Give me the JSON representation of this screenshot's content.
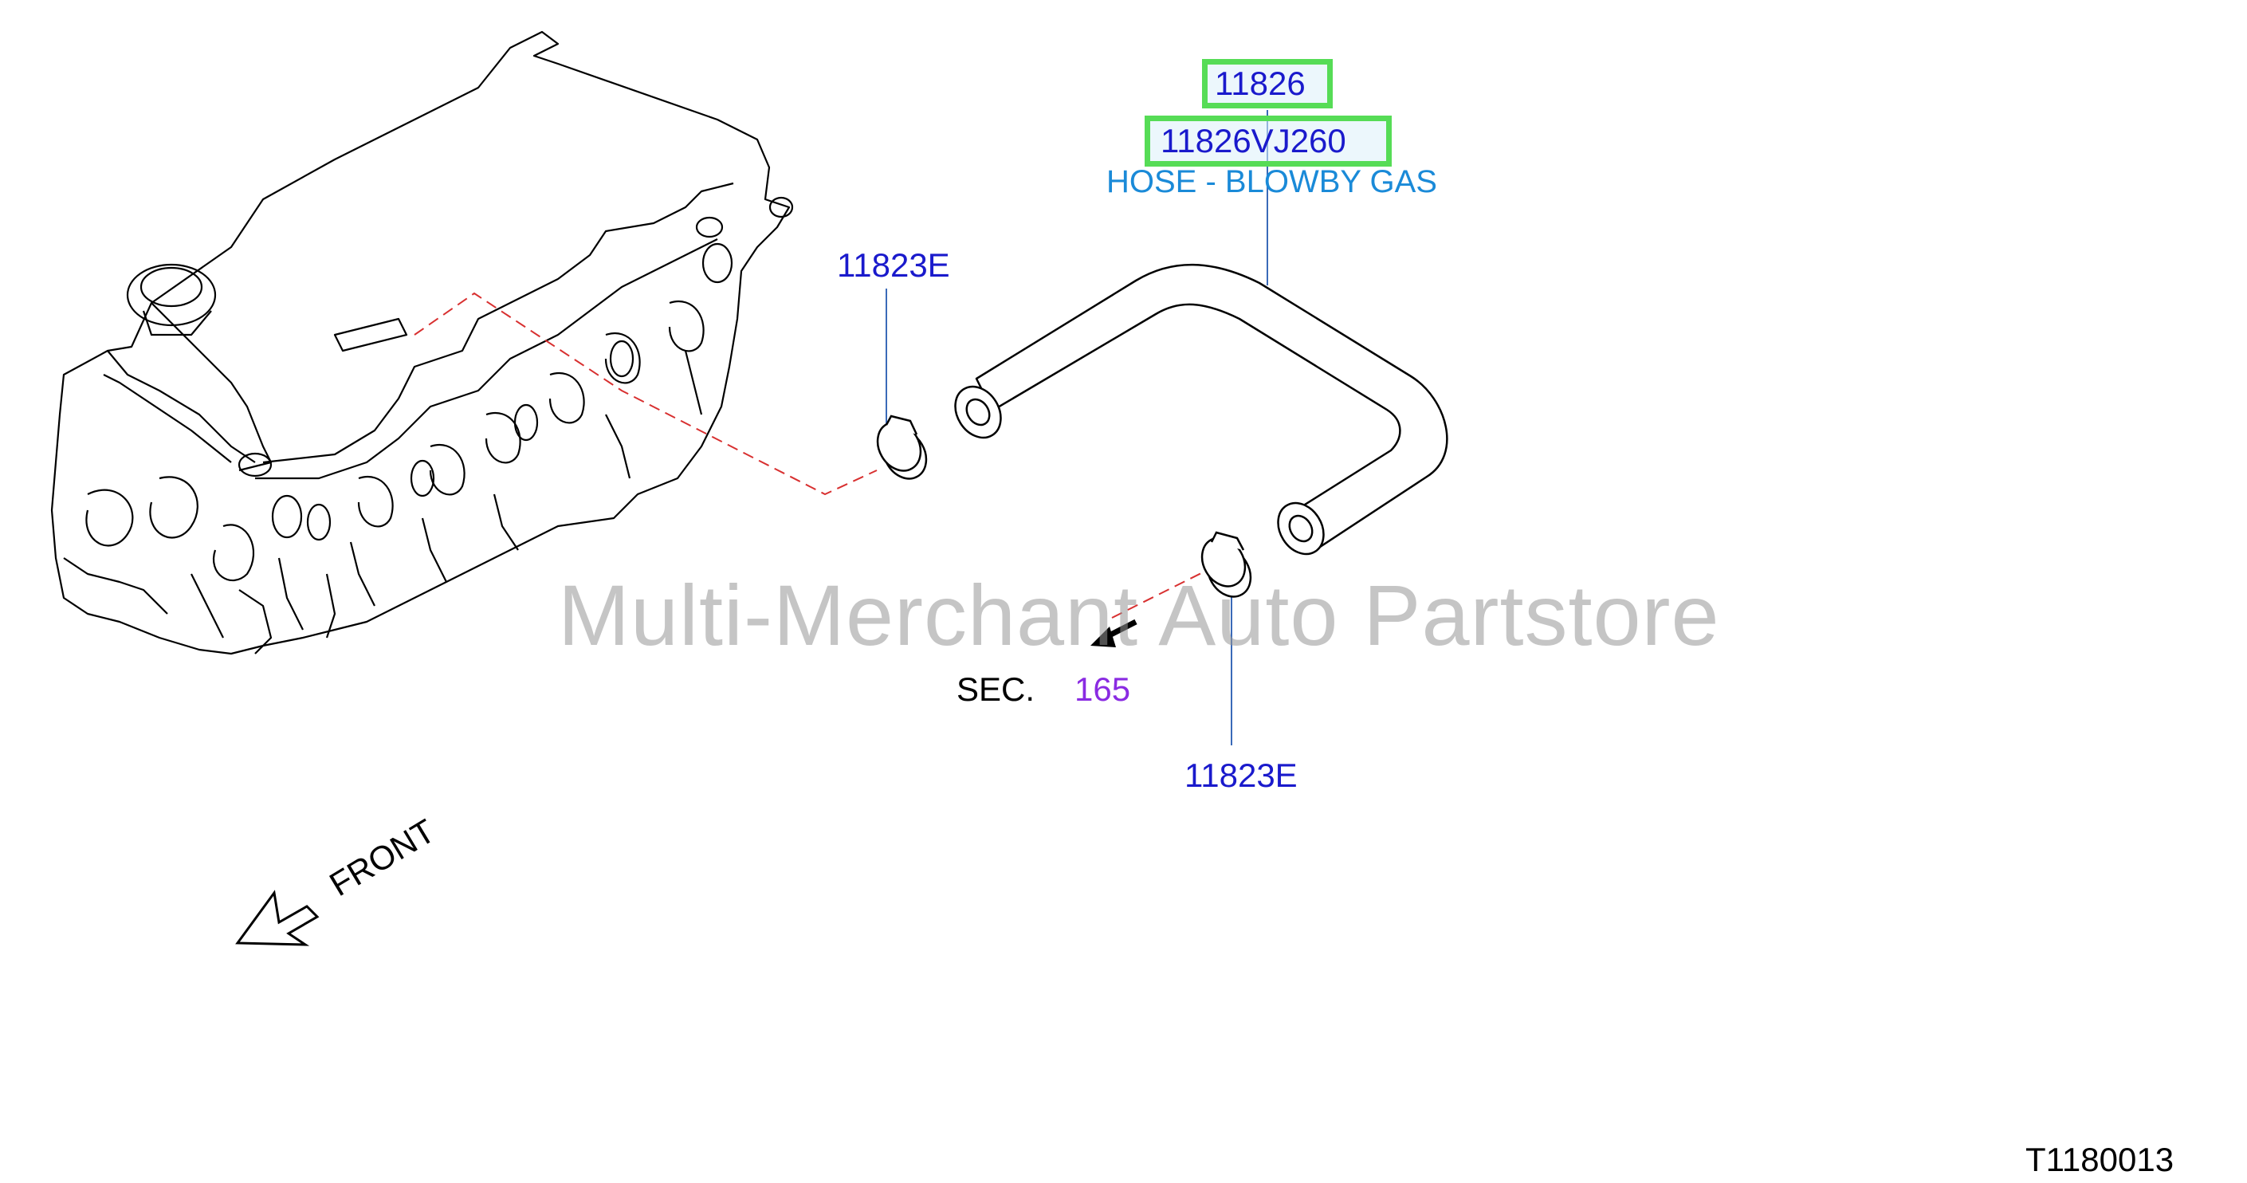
{
  "callouts": {
    "part_number": "11826",
    "part_full_number": "11826VJ260",
    "part_description": "HOSE - BLOWBY GAS",
    "clamp_upper": "11823E",
    "clamp_lower": "11823E",
    "section_prefix": "SEC.",
    "section_number": "165"
  },
  "front_label": "FRONT",
  "drawing_id": "T1180013",
  "watermark": "Multi-Merchant Auto Partstore",
  "colors": {
    "callout_blue": "#1a1acc",
    "callout_light_blue": "#1a8ad8",
    "section_purple": "#8a2be2",
    "highlight_green": "#56dc56",
    "dashed_red": "#d83030",
    "leader_blue": "#3a6ab8"
  }
}
